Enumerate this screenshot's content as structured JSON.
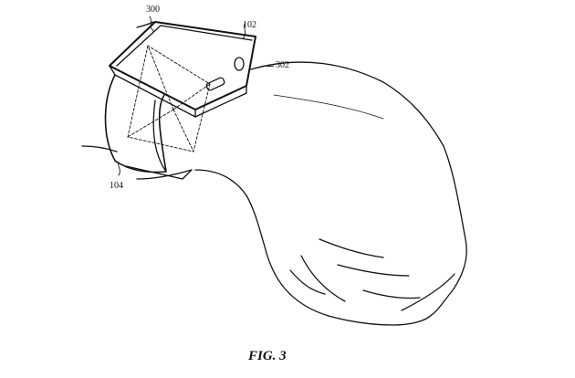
{
  "figure": {
    "caption": "FIG. 3",
    "labels": [
      {
        "id": "300",
        "text": "300"
      },
      {
        "id": "102",
        "text": "102"
      },
      {
        "id": "302",
        "text": "302"
      },
      {
        "id": "104",
        "text": "104"
      }
    ]
  }
}
